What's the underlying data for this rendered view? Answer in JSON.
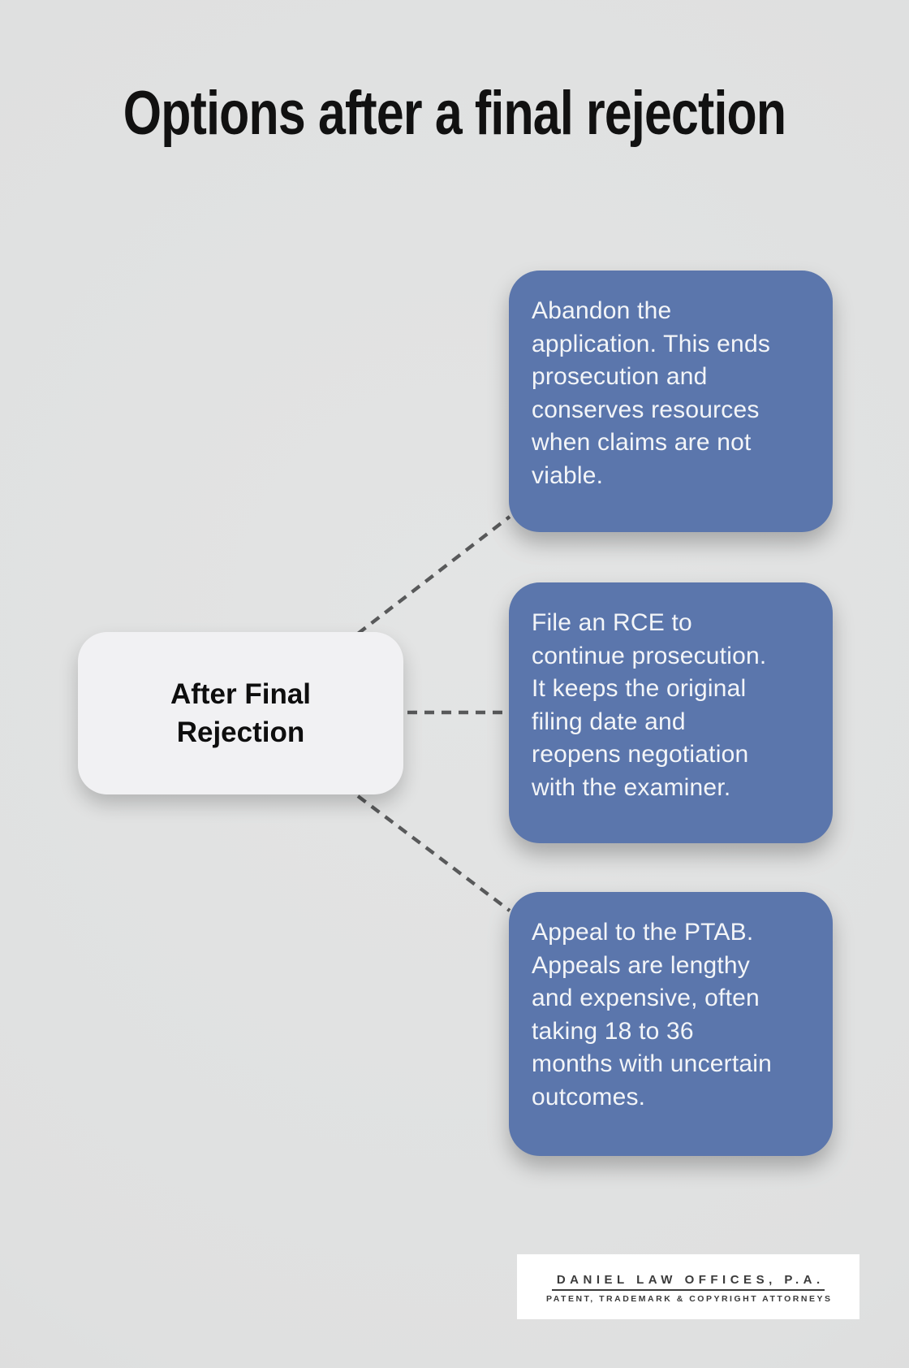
{
  "title": "Options after a final rejection",
  "center_node": {
    "label": "After Final\nRejection"
  },
  "options": [
    {
      "text": "Abandon the\napplication. This ends\nprosecution and\nconserves resources\nwhen claims are not\nviable."
    },
    {
      "text": "File an RCE to\ncontinue prosecution.\nIt keeps the original\nfiling date and\nreopens negotiation\nwith the examiner."
    },
    {
      "text": "Appeal to the PTAB.\nAppeals are lengthy\nand expensive, often\ntaking 18 to 36\nmonths with uncertain\noutcomes."
    }
  ],
  "logo": {
    "name": "DANIEL LAW OFFICES, P.A.",
    "tagline": "PATENT, TRADEMARK & COPYRIGHT ATTORNEYS"
  },
  "colors": {
    "background": "#dfe0e0",
    "accent_blue": "#5b76ac",
    "card_text": "#f3f5f8",
    "node_bg": "#f1f1f3",
    "node_text": "#0e0e0e",
    "connector": "#58595a",
    "title_text": "#111111",
    "logo_text": "#3b3b3b",
    "logo_bg": "#ffffff"
  }
}
